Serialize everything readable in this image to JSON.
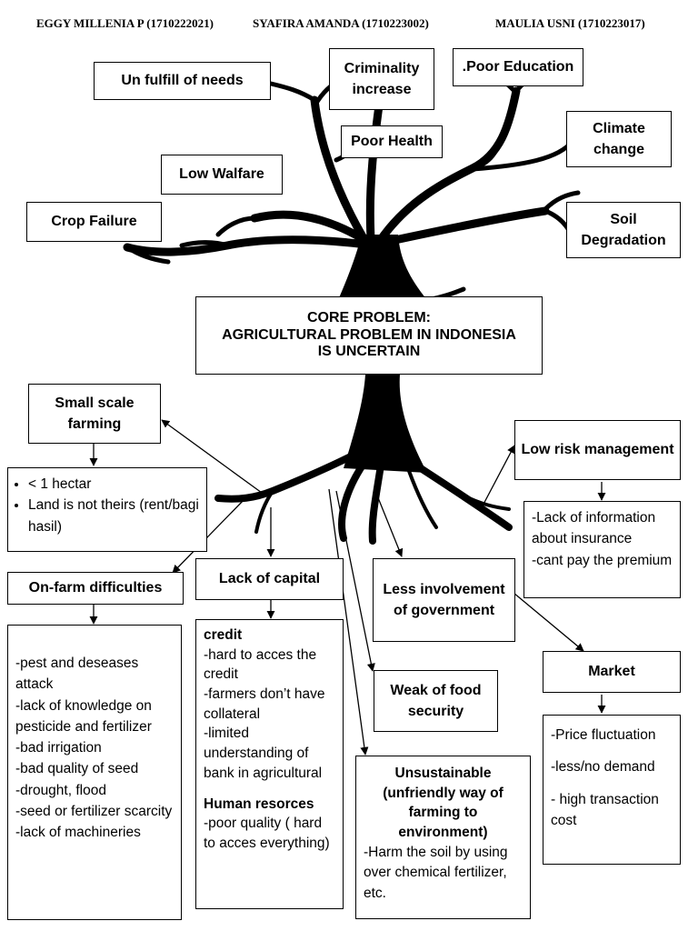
{
  "authors": [
    "EGGY MILLENIA P (1710222021)",
    "SYAFIRA AMANDA (1710223002)",
    "MAULIA USNI (1710223017)"
  ],
  "effects": {
    "unfulfill": "Un fulfill of needs",
    "criminality": "Criminality increase",
    "poor_education": ".Poor Education",
    "climate": "Climate change",
    "poor_health": "Poor Health",
    "low_welfare": "Low Walfare",
    "crop_failure": "Crop Failure",
    "soil": "Soil Degradation"
  },
  "core": {
    "line1": "CORE PROBLEM:",
    "line2": "AGRICULTURAL PROBLEM IN INDONESIA",
    "line3": "IS UNCERTAIN"
  },
  "causes": {
    "small_scale": {
      "title": "Small scale farming",
      "items": [
        "< 1 hectar",
        "Land is not theirs (rent/bagi hasil)"
      ]
    },
    "on_farm": {
      "title": "On-farm difficulties",
      "items": [
        "-pest and deseases attack",
        "-lack of knowledge on pesticide and fertilizer",
        "-bad irrigation",
        "-bad quality of seed",
        "-drought, flood",
        "-seed or fertilizer scarcity",
        "-lack of machineries"
      ]
    },
    "lack_capital": {
      "title": "Lack of capital",
      "credit_head": "credit",
      "credit_items": [
        "-hard to acces the credit",
        "-farmers don’t have collateral",
        "-limited understanding of bank in agricultural"
      ],
      "human_head": "Human resorces",
      "human_items": [
        "-poor quality ( hard to acces everything)"
      ]
    },
    "less_gov": {
      "title": "Less involvement of government"
    },
    "weak_food": {
      "title": "Weak of food security"
    },
    "unsustainable": {
      "title": "Unsustainable (unfriendly way of farming to environment)",
      "items": [
        "-Harm the soil by using over chemical fertilizer, etc."
      ]
    },
    "low_risk": {
      "title": "Low risk management",
      "items": [
        "-Lack of information about insurance",
        "-cant pay the premium"
      ]
    },
    "market": {
      "title": "Market",
      "items": [
        "-Price fluctuation",
        "-less/no demand",
        "- high transaction cost"
      ]
    }
  }
}
